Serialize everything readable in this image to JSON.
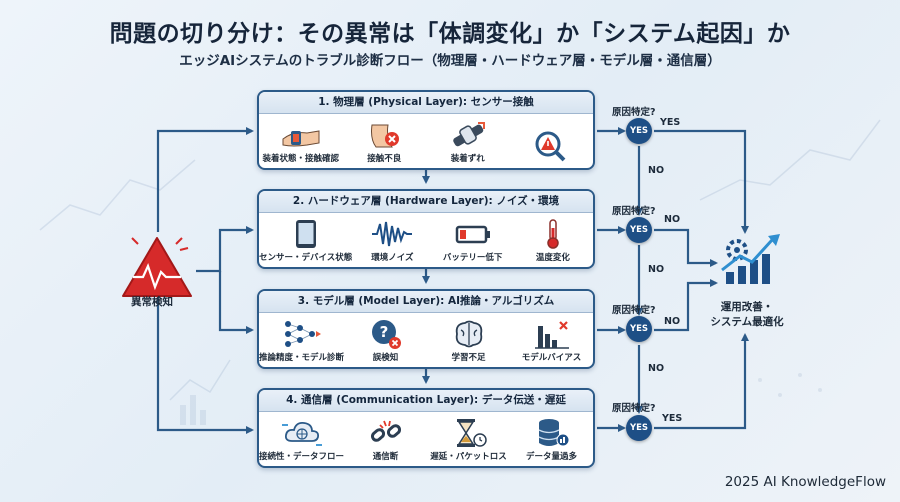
{
  "title": "問題の切り分け：その異常は「体調変化」か「システム起因」か",
  "subtitle": "エッジAIシステムのトラブル診断フロー（物理層・ハードウェア層・モデル層・通信層）",
  "start": {
    "label": "異常検知"
  },
  "layers": [
    {
      "header": "1. 物理層 (Physical Layer): センサー接触",
      "items": [
        {
          "label": "装着状態・接触確認",
          "icon": "wrist-sensor-icon"
        },
        {
          "label": "接触不良",
          "icon": "contact-error-icon"
        },
        {
          "label": "装着ずれ",
          "icon": "band-shift-icon"
        },
        {
          "label": "",
          "icon": "magnifier-warning-icon"
        }
      ]
    },
    {
      "header": "2. ハードウェア層 (Hardware Layer): ノイズ・環境",
      "items": [
        {
          "label": "センサー・デバイス状態",
          "icon": "tablet-icon"
        },
        {
          "label": "環境ノイズ",
          "icon": "noise-wave-icon"
        },
        {
          "label": "バッテリー低下",
          "icon": "low-battery-icon"
        },
        {
          "label": "温度変化",
          "icon": "thermometer-icon"
        }
      ]
    },
    {
      "header": "3. モデル層 (Model Layer): AI推論・アルゴリズム",
      "items": [
        {
          "label": "推論精度・モデル診断",
          "icon": "neural-network-icon"
        },
        {
          "label": "誤検知",
          "icon": "question-error-icon"
        },
        {
          "label": "学習不足",
          "icon": "brain-icon"
        },
        {
          "label": "モデルバイアス",
          "icon": "bias-chart-icon"
        }
      ]
    },
    {
      "header": "4. 通信層 (Communication Layer): データ伝送・遅延",
      "items": [
        {
          "label": "接続性・データフロー",
          "icon": "cloud-network-icon"
        },
        {
          "label": "通信断",
          "icon": "broken-link-icon"
        },
        {
          "label": "遅延・パケットロス",
          "icon": "hourglass-icon"
        },
        {
          "label": "データ量過多",
          "icon": "database-icon"
        }
      ]
    }
  ],
  "decision": {
    "question": "原因特定?",
    "yes": "YES",
    "no": "NO"
  },
  "result": {
    "line1": "運用改善・",
    "line2": "システム最適化"
  },
  "footer": "2025 AI KnowledgeFlow",
  "colors": {
    "primary": "#2c5a88",
    "node": "#1e4f86",
    "alert": "#d62a2a",
    "accent": "#e85a3a"
  }
}
